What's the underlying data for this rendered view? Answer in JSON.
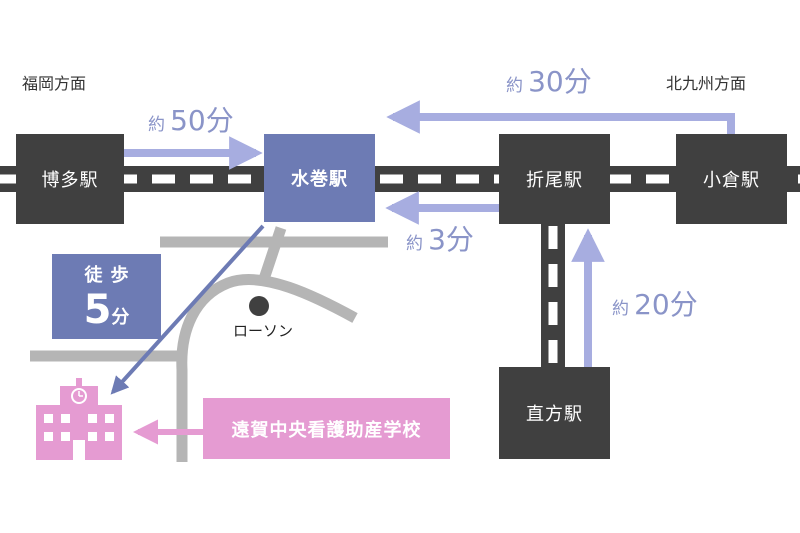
{
  "directions": {
    "west": "福岡方面",
    "east": "北九州方面"
  },
  "stations": {
    "hakata": "博多駅",
    "mizumaki": "水巻駅",
    "orio": "折尾駅",
    "kokura": "小倉駅",
    "nogata": "直方駅"
  },
  "times": {
    "hakata_to_mizumaki": {
      "prefix": "約",
      "value": "50",
      "unit": "分"
    },
    "kokura_to_mizumaki": {
      "prefix": "約",
      "value": "30",
      "unit": "分"
    },
    "orio_to_mizumaki": {
      "prefix": "約",
      "value": "3",
      "unit": "分"
    },
    "nogata_to_orio": {
      "prefix": "約",
      "value": "20",
      "unit": "分"
    }
  },
  "walk": {
    "label": "徒歩",
    "value": "5",
    "unit": "分"
  },
  "landmark": {
    "name": "ローソン"
  },
  "school": {
    "name": "遠賀中央看護助産学校"
  },
  "colors": {
    "station_dark": "#404040",
    "station_accent": "#6d7bb4",
    "arrow": "#a7ade0",
    "road": "#b5b5b5",
    "school": "#e59bd2",
    "time_text": "#8a94c8"
  },
  "icons": {
    "school": "school-building-icon",
    "landmark": "store-marker-icon"
  }
}
